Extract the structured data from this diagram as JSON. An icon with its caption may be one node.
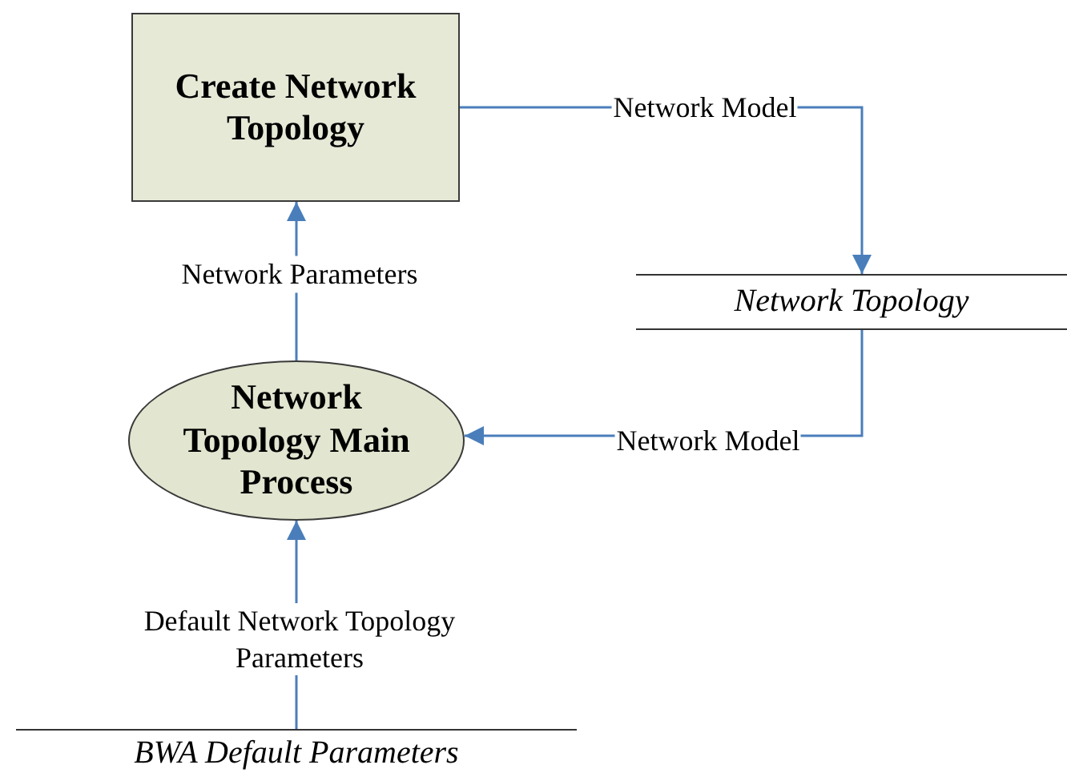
{
  "diagram": {
    "nodes": [
      {
        "text": [
          "Create Network Topology"
        ]
      },
      {
        "text": [
          "Network Topology"
        ]
      },
      {
        "text": [
          "Network Topology Main Process"
        ]
      },
      {
        "text": [
          "BWA Default Parameters"
        ]
      }
    ],
    "edges": [
      {
        "from": 2,
        "to": 0,
        "arrow": "to",
        "label": "Network Parameters"
      },
      {
        "from": 0,
        "to": 1,
        "arrow": "to",
        "label": "Network Model"
      },
      {
        "from": 1,
        "to": 2,
        "arrow": "to",
        "label": "Network Model"
      },
      {
        "from": 3,
        "to": 2,
        "arrow": "to",
        "label": "Default Network Topology Parameters"
      }
    ]
  }
}
